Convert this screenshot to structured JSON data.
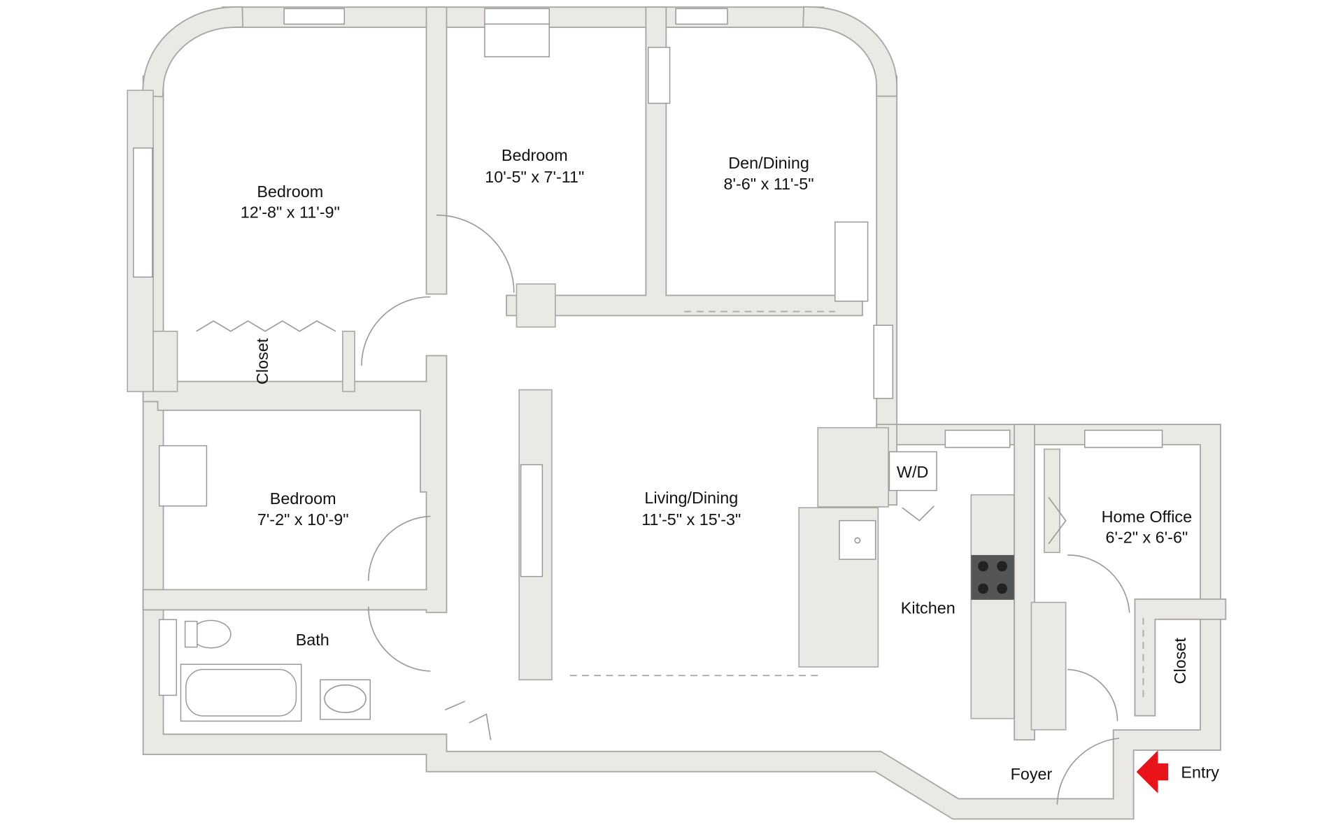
{
  "rooms": [
    {
      "name": "Bedroom",
      "dims": "12'-8\" x 11'-9\""
    },
    {
      "name": "Bedroom",
      "dims": "10'-5\" x 7'-11\""
    },
    {
      "name": "Den/Dining",
      "dims": "8'-6\" x 11'-5\""
    },
    {
      "name": "Bedroom",
      "dims": "7'-2\" x 10'-9\""
    },
    {
      "name": "Living/Dining",
      "dims": "11'-5\" x 15'-3\""
    },
    {
      "name": "Home Office",
      "dims": "6'-2\" x 6'-6\""
    }
  ],
  "labels": {
    "closet1": "Closet",
    "closet2": "Closet",
    "bath": "Bath",
    "wd": "W/D",
    "kitchen": "Kitchen",
    "foyer": "Foyer",
    "entry": "Entry"
  },
  "colors": {
    "wall": "#ebe9e6",
    "entry_arrow": "#e8141a",
    "stove": "#555555"
  }
}
